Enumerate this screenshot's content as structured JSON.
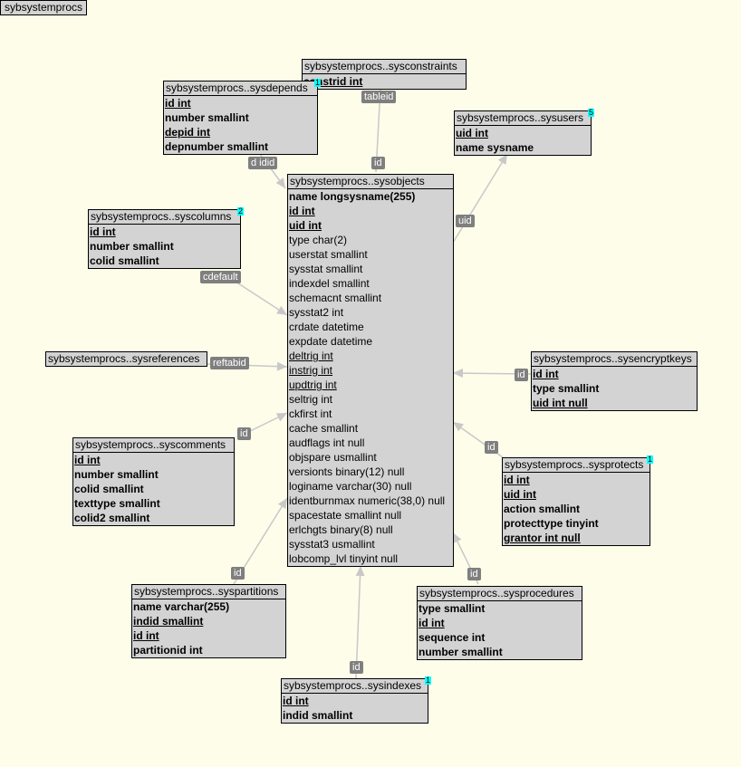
{
  "schema": "sybsystemprocs",
  "colors": {
    "background": "#fdfdea",
    "table_fill": "#d3d3d3",
    "edge": "#c8c8c8",
    "edge_label": "#7f7f7f",
    "badge": "#00ffff"
  },
  "tables": {
    "sysconstraints": {
      "title": "sybsystemprocs..sysconstraints",
      "columns": [
        {
          "text": "constrid int",
          "bold": true,
          "underline": true
        }
      ]
    },
    "sysdepends": {
      "title": "sybsystemprocs..sysdepends",
      "badge": "1",
      "columns": [
        {
          "text": "id int",
          "bold": true,
          "underline": true
        },
        {
          "text": "number smallint",
          "bold": true,
          "underline": false
        },
        {
          "text": "depid int",
          "bold": true,
          "underline": true
        },
        {
          "text": "depnumber smallint",
          "bold": true,
          "underline": false
        }
      ]
    },
    "sysusers": {
      "title": "sybsystemprocs..sysusers",
      "badge": "5",
      "columns": [
        {
          "text": "uid int",
          "bold": true,
          "underline": true
        },
        {
          "text": "name sysname",
          "bold": true,
          "underline": false
        }
      ]
    },
    "syscolumns": {
      "title": "sybsystemprocs..syscolumns",
      "badge": "2",
      "columns": [
        {
          "text": "id int",
          "bold": true,
          "underline": true
        },
        {
          "text": "number smallint",
          "bold": true,
          "underline": false
        },
        {
          "text": "colid smallint",
          "bold": true,
          "underline": false
        }
      ]
    },
    "sysreferences": {
      "title": "sybsystemprocs..sysreferences",
      "columns": []
    },
    "sysobjects": {
      "title": "sybsystemprocs..sysobjects",
      "columns": [
        {
          "text": "name longsysname(255)",
          "bold": true,
          "underline": false
        },
        {
          "text": "id int",
          "bold": true,
          "underline": true
        },
        {
          "text": "uid int",
          "bold": true,
          "underline": true
        },
        {
          "text": "type char(2)",
          "bold": false,
          "underline": false
        },
        {
          "text": "userstat smallint",
          "bold": false,
          "underline": false
        },
        {
          "text": "sysstat smallint",
          "bold": false,
          "underline": false
        },
        {
          "text": "indexdel smallint",
          "bold": false,
          "underline": false
        },
        {
          "text": "schemacnt smallint",
          "bold": false,
          "underline": false
        },
        {
          "text": "sysstat2 int",
          "bold": false,
          "underline": false
        },
        {
          "text": "crdate datetime",
          "bold": false,
          "underline": false
        },
        {
          "text": "expdate datetime",
          "bold": false,
          "underline": false
        },
        {
          "text": "deltrig int",
          "bold": false,
          "underline": true
        },
        {
          "text": "instrig int",
          "bold": false,
          "underline": true
        },
        {
          "text": "updtrig int",
          "bold": false,
          "underline": true
        },
        {
          "text": "seltrig int",
          "bold": false,
          "underline": false
        },
        {
          "text": "ckfirst int",
          "bold": false,
          "underline": false
        },
        {
          "text": "cache smallint",
          "bold": false,
          "underline": false
        },
        {
          "text": "audflags int null",
          "bold": false,
          "underline": false
        },
        {
          "text": "objspare usmallint",
          "bold": false,
          "underline": false
        },
        {
          "text": "versionts binary(12) null",
          "bold": false,
          "underline": false
        },
        {
          "text": "loginame varchar(30) null",
          "bold": false,
          "underline": false
        },
        {
          "text": "identburnmax numeric(38,0) null",
          "bold": false,
          "underline": false
        },
        {
          "text": "spacestate smallint null",
          "bold": false,
          "underline": false
        },
        {
          "text": "erlchgts binary(8) null",
          "bold": false,
          "underline": false
        },
        {
          "text": "sysstat3 usmallint",
          "bold": false,
          "underline": false
        },
        {
          "text": "lobcomp_lvl tinyint null",
          "bold": false,
          "underline": false
        }
      ]
    },
    "sysencryptkeys": {
      "title": "sybsystemprocs..sysencryptkeys",
      "columns": [
        {
          "text": "id int",
          "bold": true,
          "underline": true
        },
        {
          "text": "type smallint",
          "bold": true,
          "underline": false
        },
        {
          "text": "uid int null",
          "bold": true,
          "underline": true
        }
      ]
    },
    "syscomments": {
      "title": "sybsystemprocs..syscomments",
      "columns": [
        {
          "text": "id int",
          "bold": true,
          "underline": true
        },
        {
          "text": "number smallint",
          "bold": true,
          "underline": false
        },
        {
          "text": "colid smallint",
          "bold": true,
          "underline": false
        },
        {
          "text": "texttype smallint",
          "bold": true,
          "underline": false
        },
        {
          "text": "colid2 smallint",
          "bold": true,
          "underline": false
        }
      ]
    },
    "sysprotects": {
      "title": "sybsystemprocs..sysprotects",
      "badge": "1",
      "columns": [
        {
          "text": "id int",
          "bold": true,
          "underline": true
        },
        {
          "text": "uid int",
          "bold": true,
          "underline": true
        },
        {
          "text": "action smallint",
          "bold": true,
          "underline": false
        },
        {
          "text": "protecttype tinyint",
          "bold": true,
          "underline": false
        },
        {
          "text": "grantor int null",
          "bold": true,
          "underline": true
        }
      ]
    },
    "syspartitions": {
      "title": "sybsystemprocs..syspartitions",
      "columns": [
        {
          "text": "name varchar(255)",
          "bold": true,
          "underline": false
        },
        {
          "text": "indid smallint",
          "bold": true,
          "underline": true
        },
        {
          "text": "id int",
          "bold": true,
          "underline": true
        },
        {
          "text": "partitionid int",
          "bold": true,
          "underline": false
        }
      ]
    },
    "sysprocedures": {
      "title": "sybsystemprocs..sysprocedures",
      "columns": [
        {
          "text": "type smallint",
          "bold": true,
          "underline": false
        },
        {
          "text": "id int",
          "bold": true,
          "underline": true
        },
        {
          "text": "sequence int",
          "bold": true,
          "underline": false
        },
        {
          "text": "number smallint",
          "bold": true,
          "underline": false
        }
      ]
    },
    "sysindexes": {
      "title": "sybsystemprocs..sysindexes",
      "badge": "1",
      "columns": [
        {
          "text": "id int",
          "bold": true,
          "underline": true
        },
        {
          "text": "indid smallint",
          "bold": true,
          "underline": false
        }
      ]
    }
  },
  "edges": [
    {
      "id": "e-constraints",
      "from": "sysconstraints",
      "to": "sysobjects",
      "labels": [
        "tableid",
        "id"
      ]
    },
    {
      "id": "e-depends",
      "from": "sysdepends",
      "to": "sysobjects",
      "labels": [
        "d idid"
      ]
    },
    {
      "id": "e-users",
      "from": "sysobjects",
      "to": "sysusers",
      "labels": [
        "uid"
      ]
    },
    {
      "id": "e-columns",
      "from": "syscolumns",
      "to": "sysobjects",
      "labels": [
        "cdefault"
      ]
    },
    {
      "id": "e-references",
      "from": "sysreferences",
      "to": "sysobjects",
      "labels": [
        "reftabid"
      ]
    },
    {
      "id": "e-encryptkeys",
      "from": "sysencryptkeys",
      "to": "sysobjects",
      "labels": [
        "id"
      ]
    },
    {
      "id": "e-comments",
      "from": "syscomments",
      "to": "sysobjects",
      "labels": [
        "id"
      ]
    },
    {
      "id": "e-protects",
      "from": "sysprotects",
      "to": "sysobjects",
      "labels": [
        "id"
      ]
    },
    {
      "id": "e-partitions",
      "from": "syspartitions",
      "to": "sysobjects",
      "labels": [
        "id"
      ]
    },
    {
      "id": "e-procedures",
      "from": "sysprocedures",
      "to": "sysobjects",
      "labels": [
        "id"
      ]
    },
    {
      "id": "e-indexes",
      "from": "sysindexes",
      "to": "sysobjects",
      "labels": [
        "id"
      ]
    }
  ]
}
